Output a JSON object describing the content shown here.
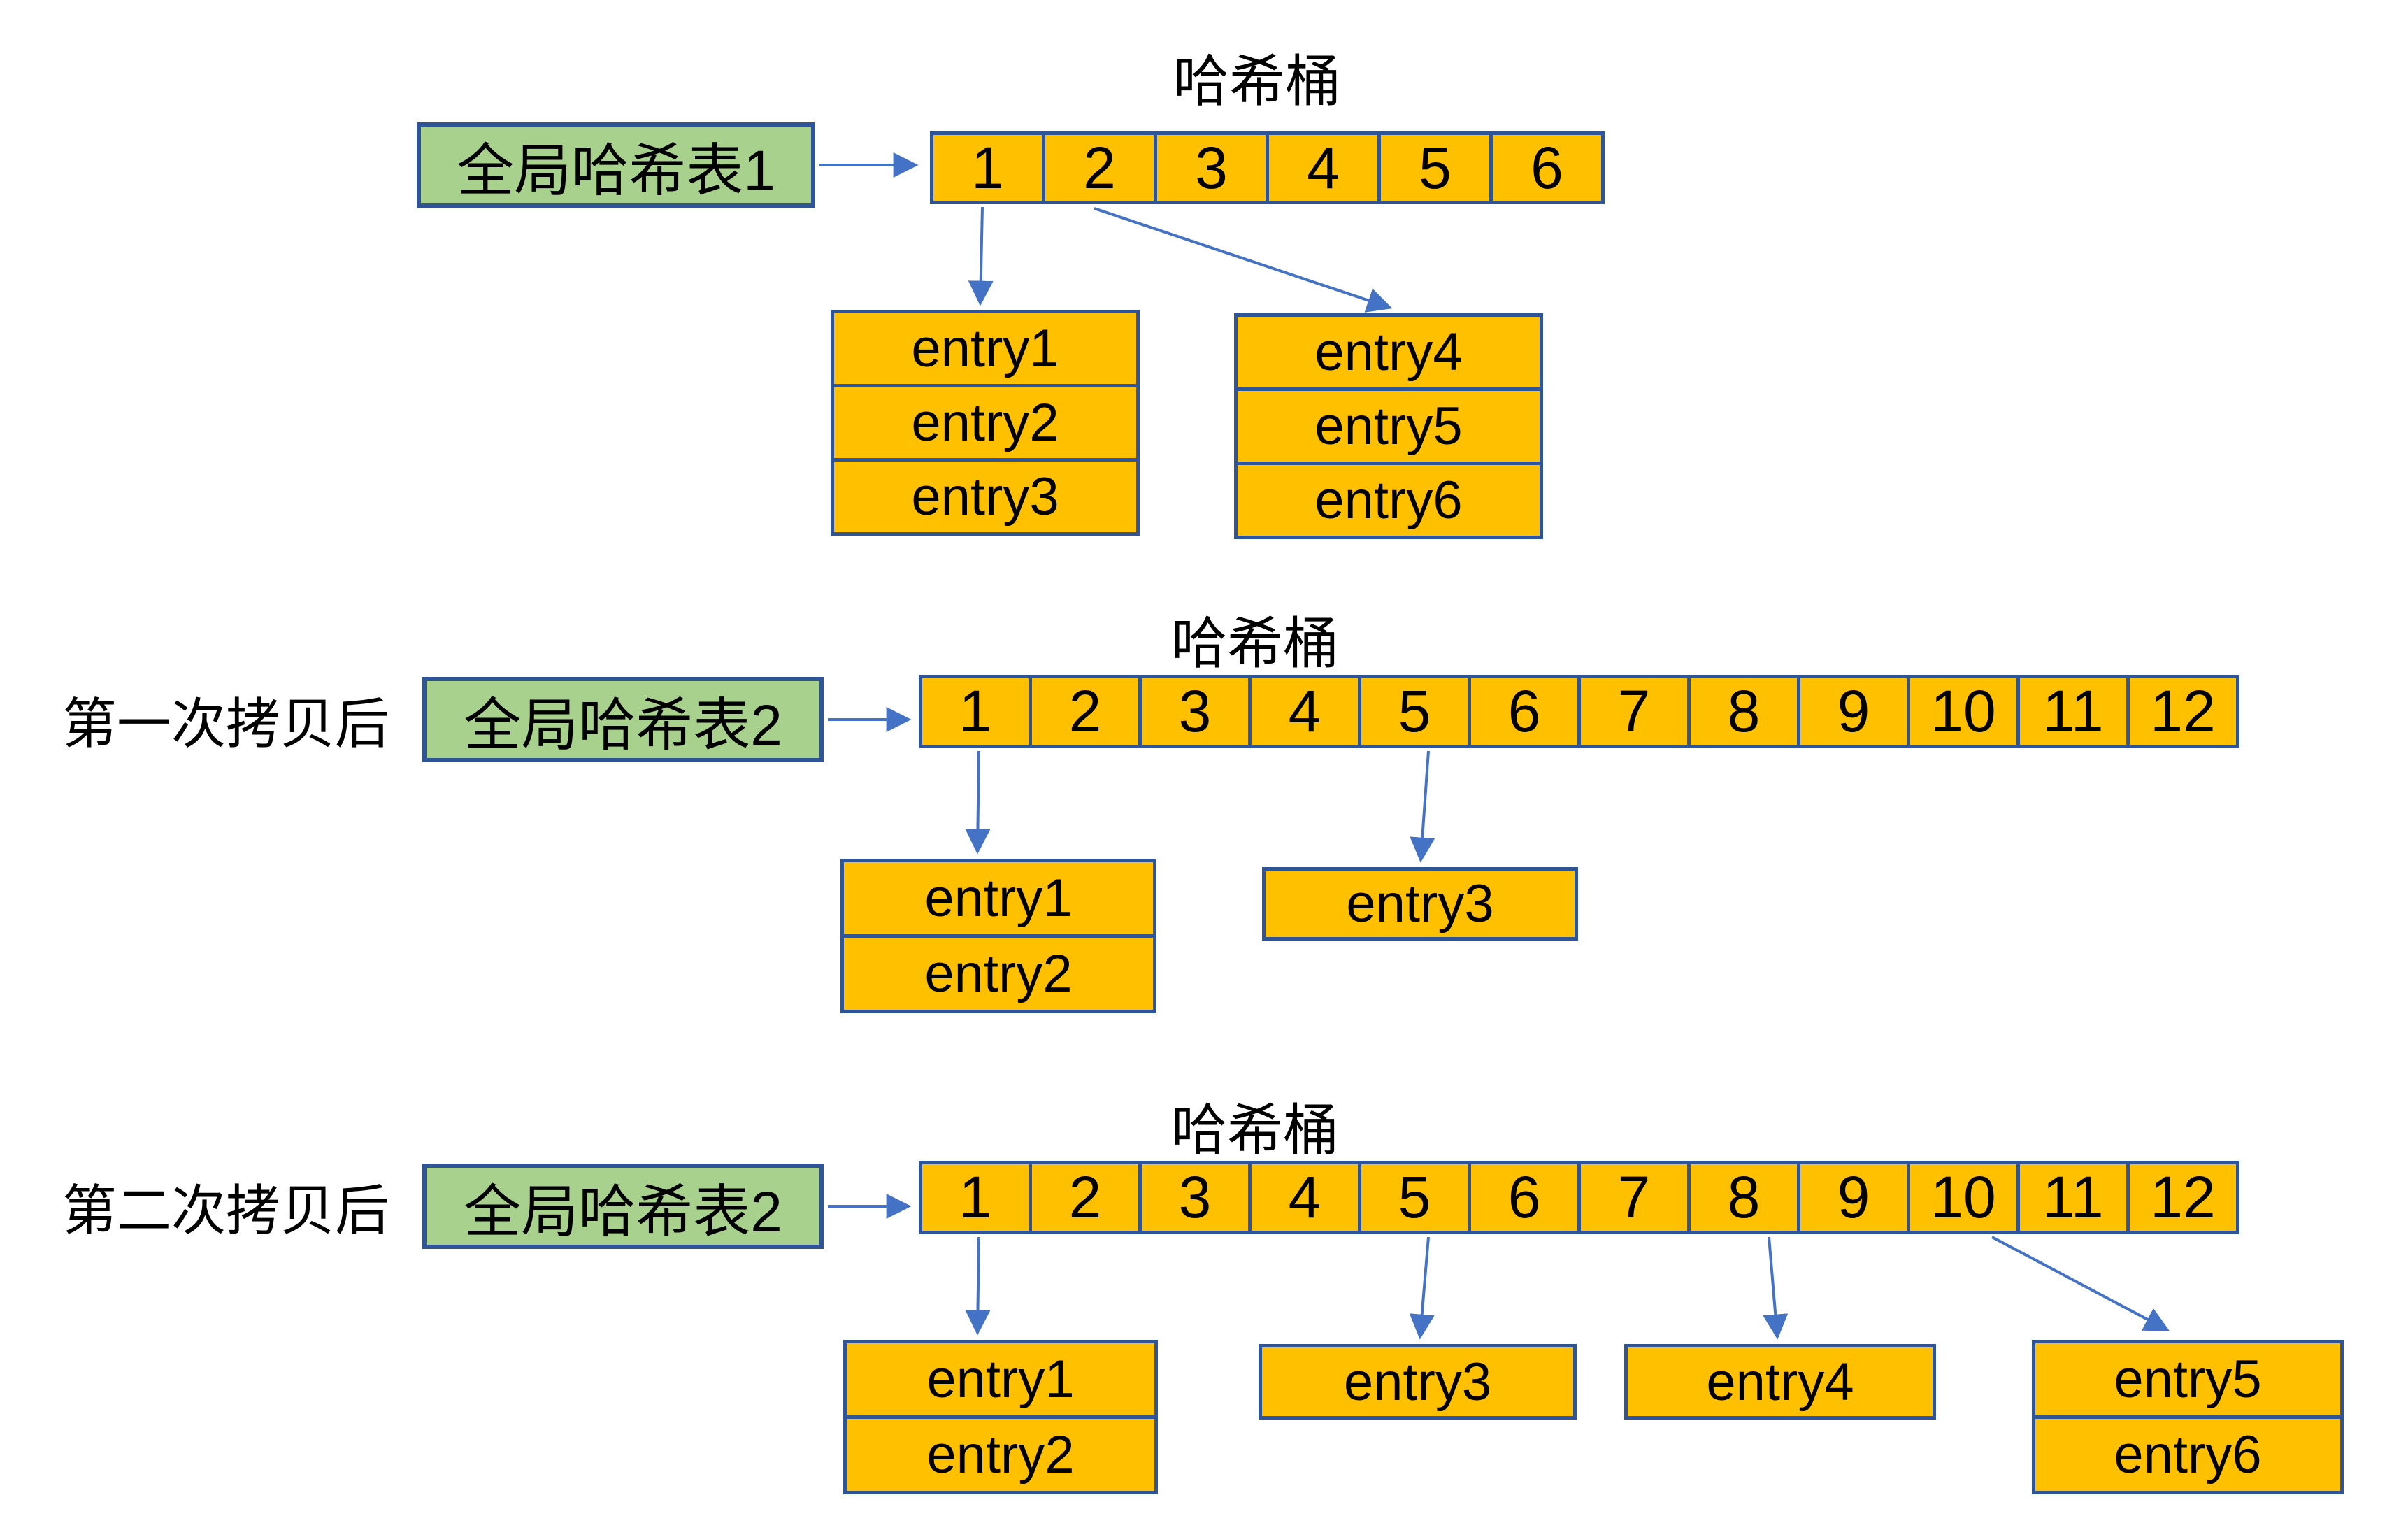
{
  "colors": {
    "bucket_fill": "#FFC000",
    "box_border": "#2F5597",
    "green_fill": "#A9D18E",
    "arrow": "#4472C4",
    "text": "#000000",
    "background": "#FFFFFF"
  },
  "sections": [
    {
      "row_label": "",
      "bucket_title": "哈希桶",
      "table_label": "全局哈希表1",
      "bucket_cells": [
        "1",
        "2",
        "3",
        "4",
        "5",
        "6"
      ],
      "entry_groups": [
        {
          "entries": [
            "entry1",
            "entry2",
            "entry3"
          ]
        },
        {
          "entries": [
            "entry4",
            "entry5",
            "entry6"
          ]
        }
      ]
    },
    {
      "row_label": "第一次拷贝后",
      "bucket_title": "哈希桶",
      "table_label": "全局哈希表2",
      "bucket_cells": [
        "1",
        "2",
        "3",
        "4",
        "5",
        "6",
        "7",
        "8",
        "9",
        "10",
        "11",
        "12"
      ],
      "entry_groups": [
        {
          "entries": [
            "entry1",
            "entry2"
          ]
        },
        {
          "entries": [
            "entry3"
          ]
        }
      ]
    },
    {
      "row_label": "第二次拷贝后",
      "bucket_title": "哈希桶",
      "table_label": "全局哈希表2",
      "bucket_cells": [
        "1",
        "2",
        "3",
        "4",
        "5",
        "6",
        "7",
        "8",
        "9",
        "10",
        "11",
        "12"
      ],
      "entry_groups": [
        {
          "entries": [
            "entry1",
            "entry2"
          ]
        },
        {
          "entries": [
            "entry3"
          ]
        },
        {
          "entries": [
            "entry4"
          ]
        },
        {
          "entries": [
            "entry5",
            "entry6"
          ]
        }
      ]
    }
  ]
}
